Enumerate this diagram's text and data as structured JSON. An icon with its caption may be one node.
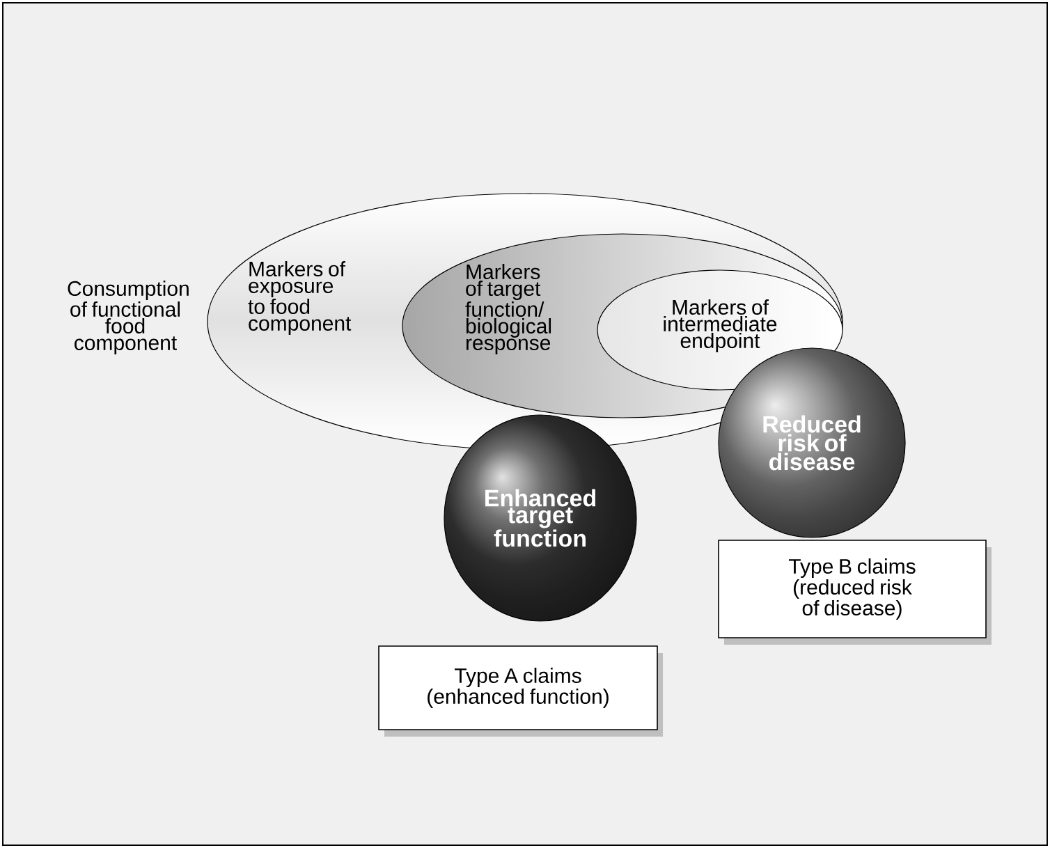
{
  "diagram": {
    "nodes": [
      {
        "text": [
          "Markers of exposure to food component"
        ]
      },
      {
        "text": [
          "Markers of target function/ biological response"
        ],
        "in": 0
      },
      {
        "text": [
          "Markers of intermediate endpoint"
        ],
        "in": 1
      },
      {
        "text": [
          "Enhanced target function"
        ]
      },
      {
        "text": [
          "Reduced risk of disease"
        ]
      },
      {
        "text": [
          "Type A claims (enhanced function)"
        ]
      },
      {
        "text": [
          "Type B claims (reduced risk of disease)"
        ]
      }
    ],
    "labels": [
      "Consumption of functional food component"
    ]
  }
}
